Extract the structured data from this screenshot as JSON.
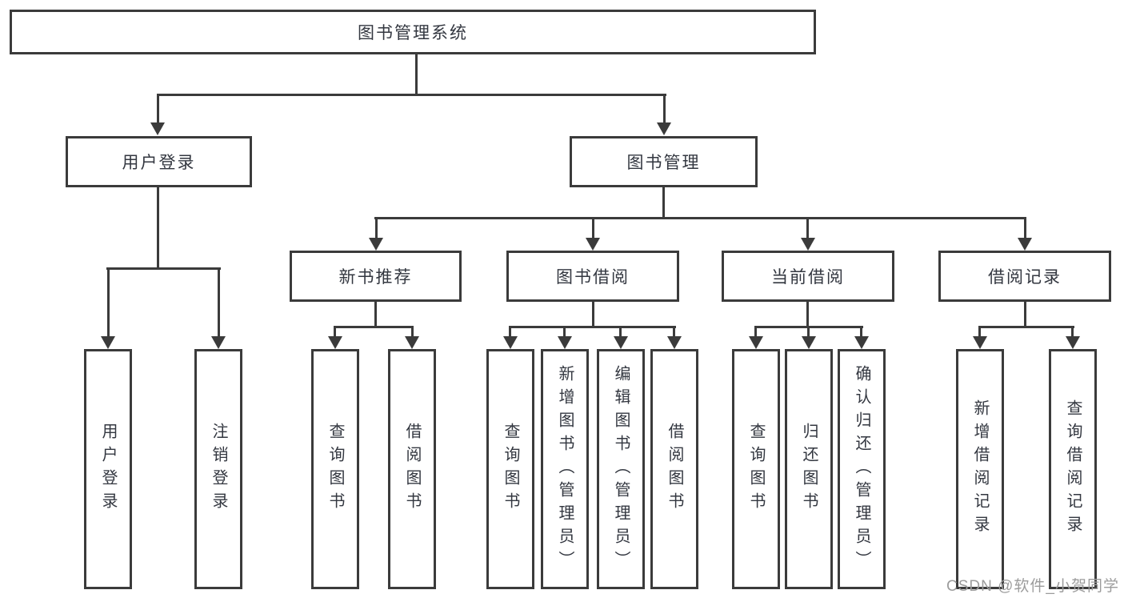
{
  "tree": {
    "label": "图书管理系统",
    "children": [
      {
        "label": "用户登录",
        "children": [
          {
            "label": "用户登录"
          },
          {
            "label": "注销登录"
          }
        ]
      },
      {
        "label": "图书管理",
        "children": [
          {
            "label": "新书推荐",
            "children": [
              {
                "label": "查询图书"
              },
              {
                "label": "借阅图书"
              }
            ]
          },
          {
            "label": "图书借阅",
            "children": [
              {
                "label": "查询图书"
              },
              {
                "label": "新增图书（管理员）"
              },
              {
                "label": "编辑图书（管理员）"
              },
              {
                "label": "借阅图书"
              }
            ]
          },
          {
            "label": "当前借阅",
            "children": [
              {
                "label": "查询图书"
              },
              {
                "label": "归还图书"
              },
              {
                "label": "确认归还（管理员）"
              }
            ]
          },
          {
            "label": "借阅记录",
            "children": [
              {
                "label": "新增借阅记录"
              },
              {
                "label": "查询借阅记录"
              }
            ]
          }
        ]
      }
    ]
  },
  "watermark": {
    "text": "CSDN @软件_小贺同学"
  },
  "colors": {
    "line": "#3b3b3b",
    "text": "#333740",
    "background": "#ffffff",
    "watermark": "#9c9c9c"
  }
}
